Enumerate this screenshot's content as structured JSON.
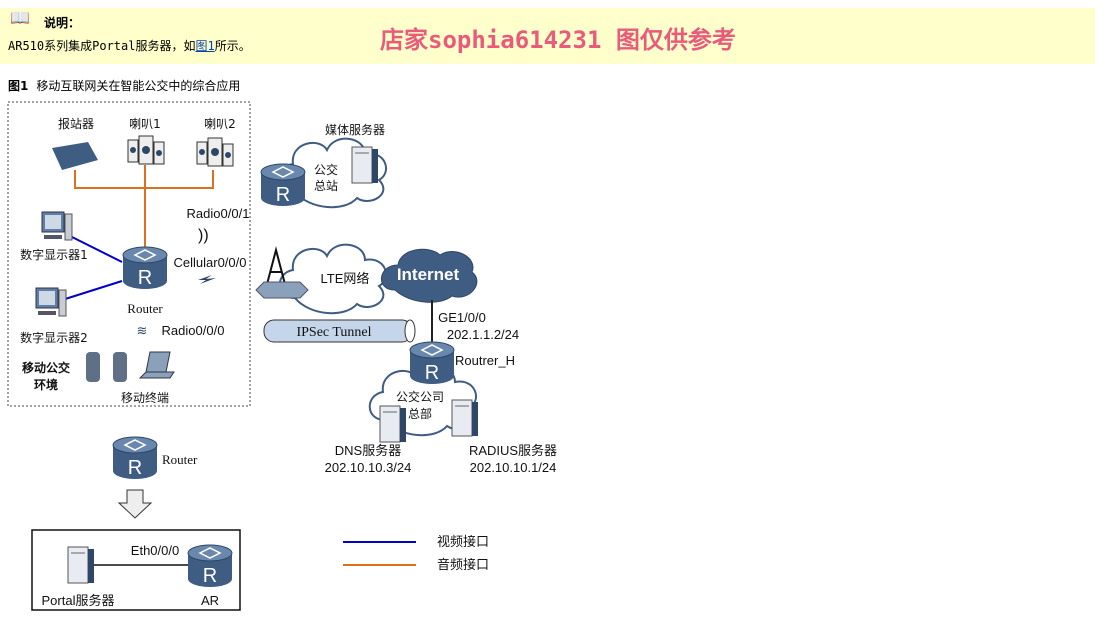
{
  "note": {
    "icon": "book-icon",
    "title": "说明：",
    "text_before": "AR510系列集成Portal服务器，如",
    "link": "图1",
    "text_after": "所示。"
  },
  "watermark": "店家sophia614231 图仅供参考",
  "caption": {
    "label": "图1",
    "title": "移动互联网关在智能公交中的综合应用"
  },
  "diagram": {
    "bus_env": {
      "reporter": "报站器",
      "speaker1": "喇叭1",
      "speaker2": "喇叭2",
      "display1": "数字显示器1",
      "display2": "数字显示器2",
      "router": "Router",
      "radio1": "Radio0/0/1",
      "cellular": "Cellular0/0/0",
      "radio0": "Radio0/0/0",
      "env_line1": "移动公交",
      "env_line2": "环境",
      "terminals": "移动终端"
    },
    "media_server": "媒体服务器",
    "bus_station_1": "公交",
    "bus_station_2": "总站",
    "lte": "LTE网络",
    "internet": "Internet",
    "ipsec": "IPSec Tunnel",
    "ge_port": "GE1/0/0",
    "ge_ip": "202.1.1.2/24",
    "router_h": "Routrer_H",
    "hq_1": "公交公司",
    "hq_2": "总部",
    "dns_label": "DNS服务器",
    "dns_ip": "202.10.10.3/24",
    "radius_label": "RADIUS服务器",
    "radius_ip": "202.10.10.1/24",
    "bottom_router": "Router",
    "eth_port": "Eth0/0/0",
    "portal_server": "Portal服务器",
    "ar": "AR"
  },
  "legend": [
    {
      "label": "视频接口",
      "color": "#0000cc"
    },
    {
      "label": "音频接口",
      "color": "#d9711e"
    }
  ],
  "colors": {
    "note_bg": "#ffffcc",
    "device": "#3f5d82",
    "audio": "#d9711e",
    "video": "#0000cc"
  }
}
